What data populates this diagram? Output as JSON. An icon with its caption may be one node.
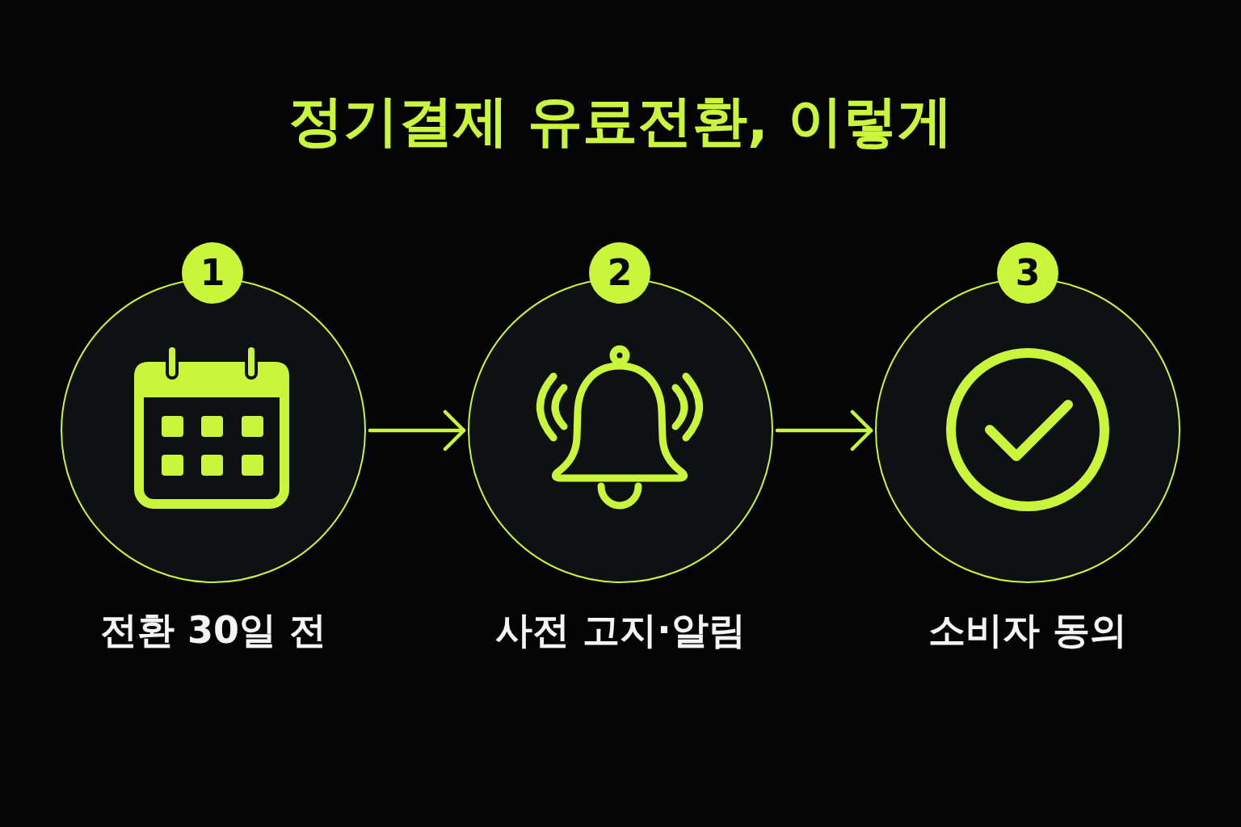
{
  "diagram": {
    "title": "정기결제 유료전환, 이렇게",
    "nodes": [
      {
        "text": [
          "1"
        ]
      },
      {
        "text": [
          "전환 30일 전"
        ]
      },
      {
        "text": [
          "2"
        ]
      },
      {
        "text": [
          "사전 고지·알림"
        ]
      },
      {
        "text": [
          "3"
        ]
      },
      {
        "text": [
          "소비자 동의"
        ]
      }
    ],
    "edges": [
      {
        "from": 1,
        "to": 3,
        "arrow": "to"
      },
      {
        "from": 3,
        "to": 5,
        "arrow": "to"
      }
    ]
  }
}
